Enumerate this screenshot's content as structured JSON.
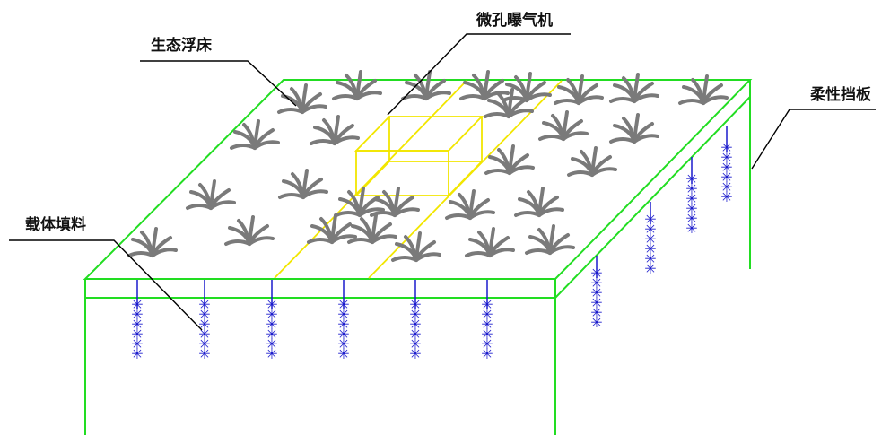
{
  "labels": {
    "ecological_float_bed": "生态浮床",
    "micro_aerator": "微孔曝气机",
    "flexible_baffle": "柔性挡板",
    "carrier_filler": "载体填料"
  },
  "colors": {
    "tank_outline": "#22dd22",
    "aerator": "#f2e600",
    "plants": "#7a7a7a",
    "filler": "#1a1acc",
    "leader_lines": "#000000"
  }
}
